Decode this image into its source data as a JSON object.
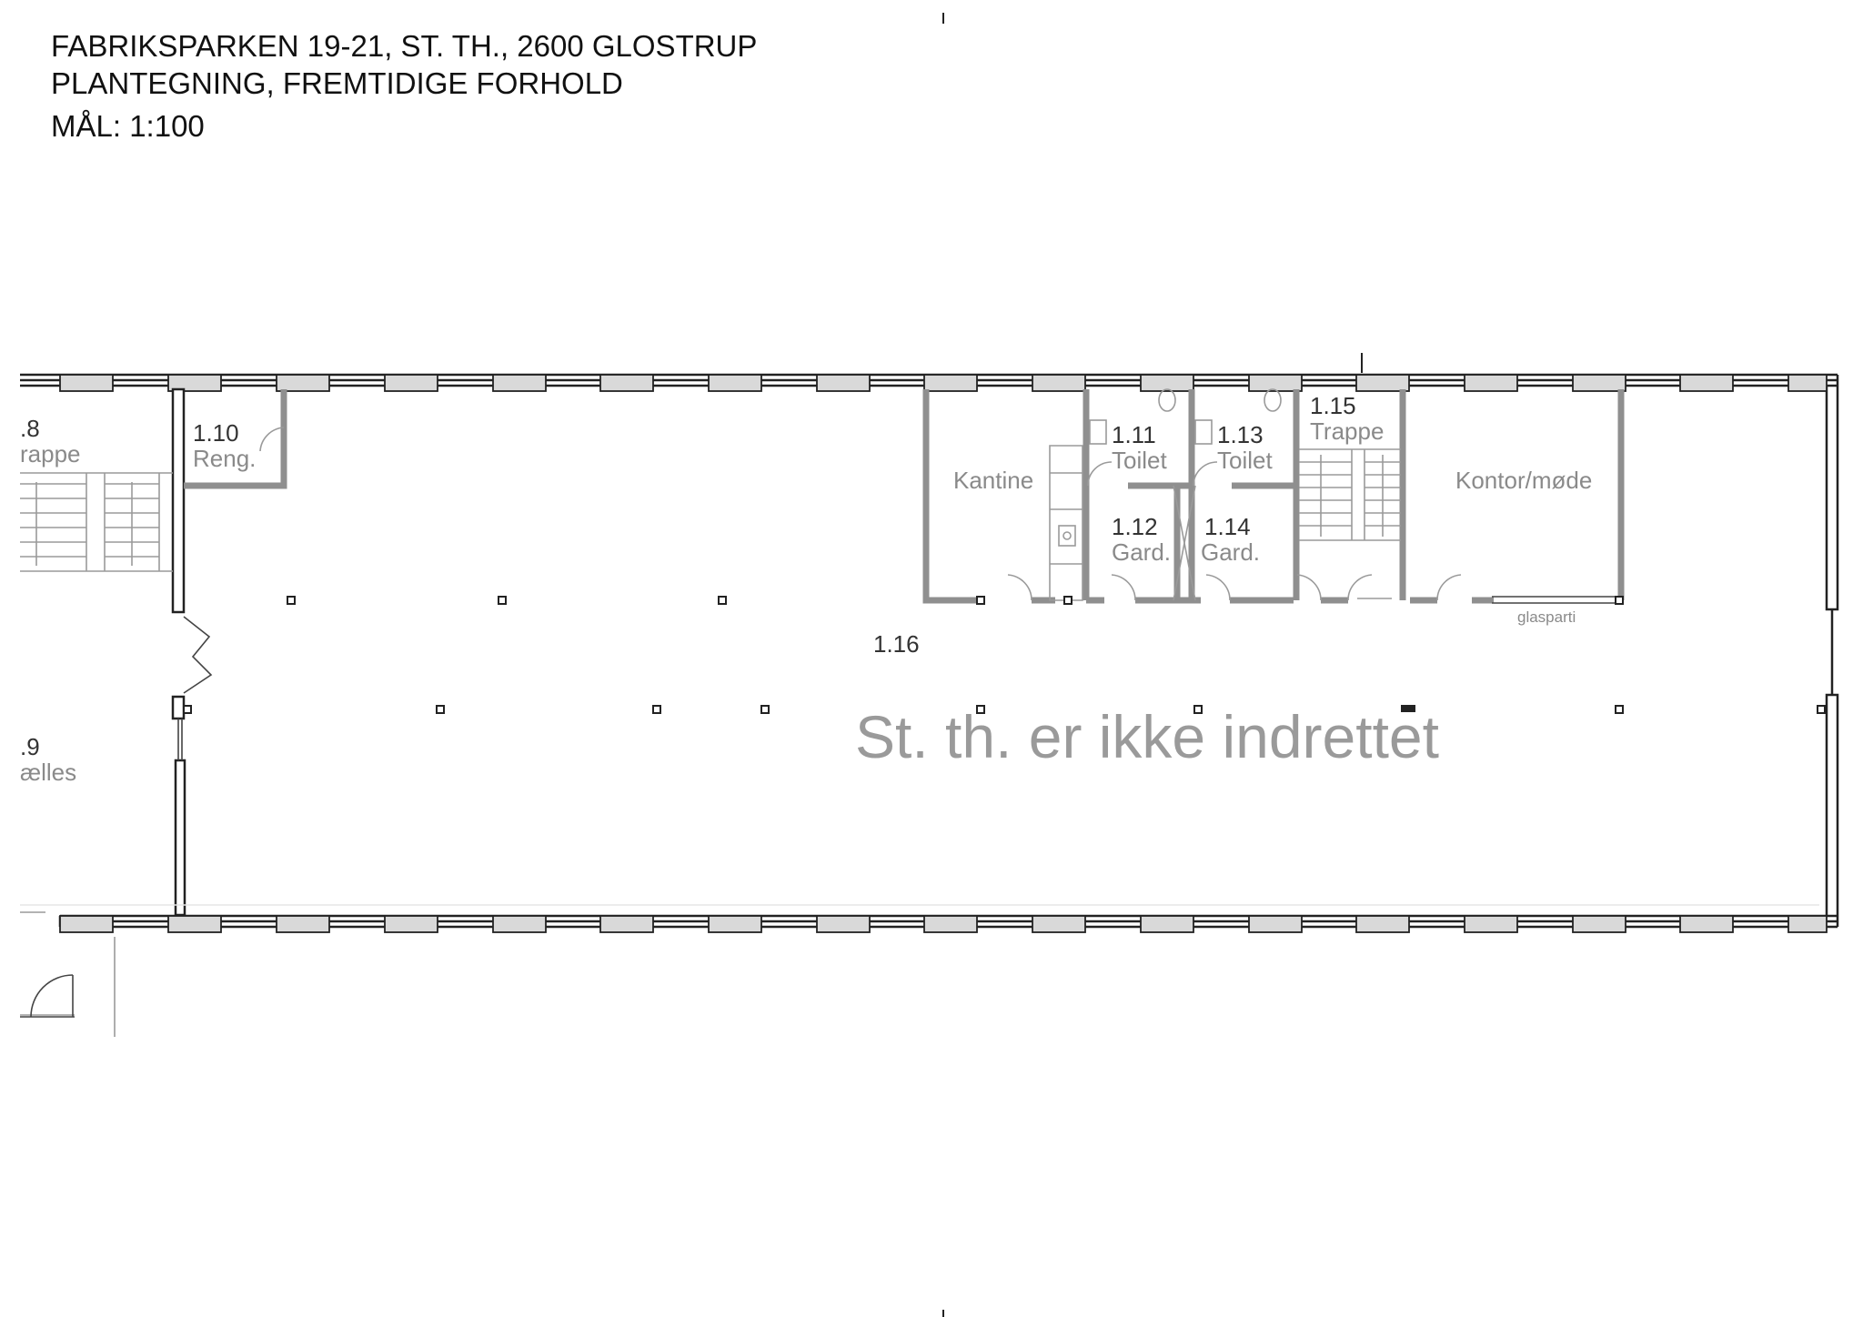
{
  "header": {
    "line1": "FABRIKSPARKEN 19-21, ST. TH., 2600 GLOSTRUP",
    "line2": "PLANTEGNING, FREMTIDIGE FORHOLD",
    "line3": "MÅL: 1:100"
  },
  "rooms": {
    "r18": {
      "number": ".8",
      "name": "rappe"
    },
    "r19": {
      "number": ".9",
      "name": "ælles"
    },
    "r110": {
      "number": "1.10",
      "name": "Reng."
    },
    "r111": {
      "number": "1.11",
      "name": "Toilet"
    },
    "r112": {
      "number": "1.12",
      "name": "Gard."
    },
    "r113": {
      "number": "1.13",
      "name": "Toilet"
    },
    "r114": {
      "number": "1.14",
      "name": "Gard."
    },
    "r115": {
      "number": "1.15",
      "name": "Trappe"
    },
    "r116": {
      "number": "1.16"
    },
    "kantine": {
      "name": "Kantine"
    },
    "kontor": {
      "name": "Kontor/møde"
    }
  },
  "glasparti_label": "glasparti",
  "notice": "St. th. er ikke indrettet"
}
